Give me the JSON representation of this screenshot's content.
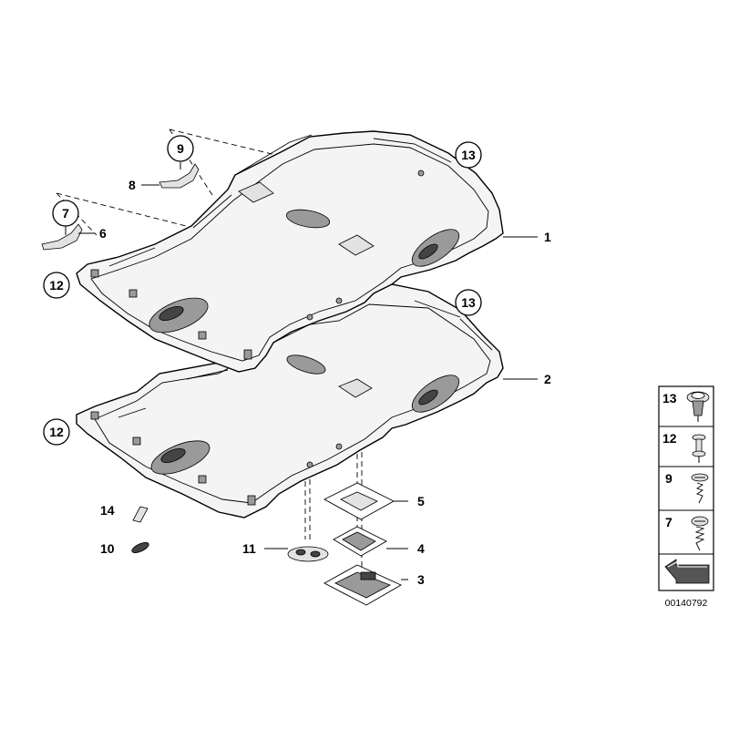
{
  "callouts": {
    "c1": "1",
    "c2": "2",
    "c3": "3",
    "c4": "4",
    "c5": "5",
    "c6": "6",
    "c7": "7",
    "c8": "8",
    "c9": "9",
    "c10": "10",
    "c11": "11",
    "c12a": "12",
    "c12b": "12",
    "c13a": "13",
    "c13b": "13",
    "c14": "14"
  },
  "legend": {
    "items": [
      {
        "label": "13",
        "icon": "clip-icon"
      },
      {
        "label": "12",
        "icon": "expanding-rivet-icon"
      },
      {
        "label": "9",
        "icon": "screw-icon"
      },
      {
        "label": "7",
        "icon": "screw-icon"
      }
    ],
    "arrow_icon": "direction-arrow-icon"
  },
  "reference_number": "00140792"
}
